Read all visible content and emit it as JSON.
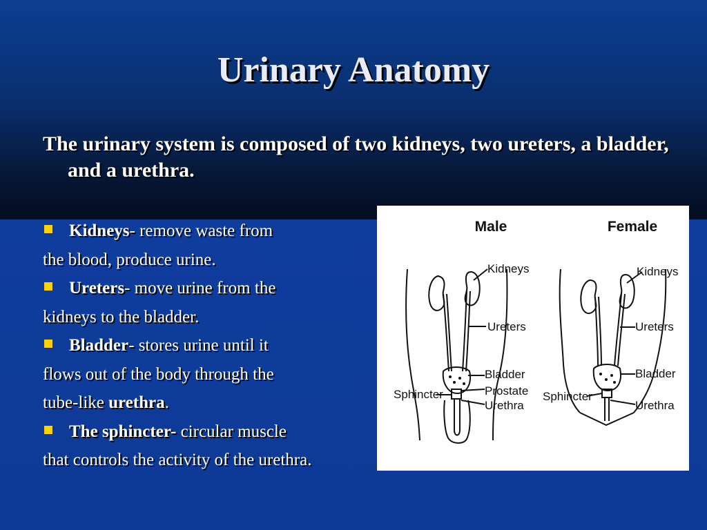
{
  "slide": {
    "title": "Urinary Anatomy",
    "intro": "The urinary system is composed of two kidneys, two ureters, a bladder, and a urethra."
  },
  "bullets": [
    {
      "term": "Kidneys",
      "line1_rest": "- remove waste from",
      "line2": "the blood, produce urine."
    },
    {
      "term": "Ureters",
      "line1_rest": "- move urine from the",
      "line2": "kidneys to the bladder."
    },
    {
      "term": "Bladder",
      "line1_rest": "- stores urine until it",
      "line2": "flows out of the body through the",
      "line3_pre": "tube-like ",
      "line3_term": "urethra",
      "line3_post": "."
    },
    {
      "term": "The sphincter-",
      "line1_rest": " circular muscle",
      "line2": "that controls the activity of the urethra."
    }
  ],
  "figure": {
    "male": {
      "heading": "Male",
      "labels": {
        "kidneys": "Kidneys",
        "ureters": "Ureters",
        "bladder": "Bladder",
        "prostate": "Prostate",
        "urethra": "Urethra",
        "sphincter": "Sphincter"
      }
    },
    "female": {
      "heading": "Female",
      "labels": {
        "kidneys": "Kidneys",
        "ureters": "Ureters",
        "bladder": "Bladder",
        "urethra": "Urethra",
        "sphincter": "Sphincter"
      }
    }
  },
  "colors": {
    "bullet": "#ffd100",
    "background": "#0d3a9a"
  }
}
